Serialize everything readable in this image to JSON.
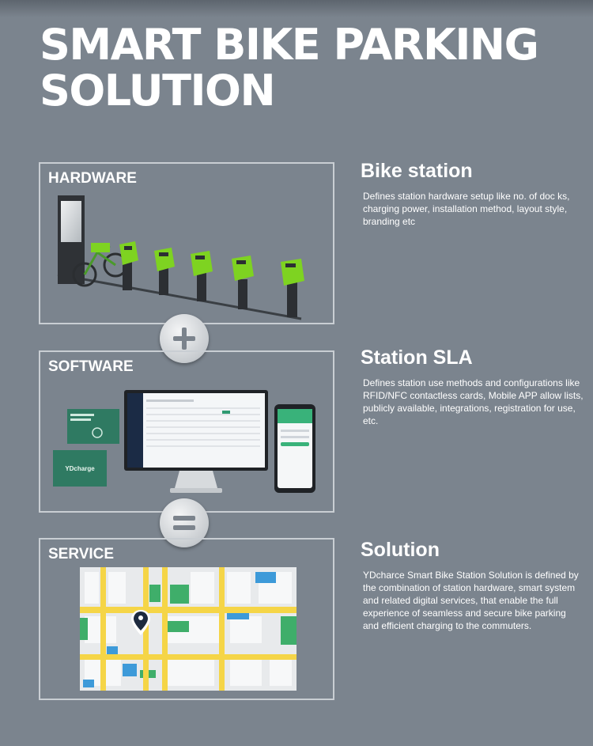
{
  "title": {
    "line1": "SMART BIKE PARKING",
    "line2": "SOLUTION"
  },
  "sections": [
    {
      "panel_label": "HARDWARE",
      "heading": "Bike station",
      "description": "Defines station hardware setup like no. of doc ks, charging power, installation method, layout style, branding etc"
    },
    {
      "panel_label": "SOFTWARE",
      "heading": "Station SLA",
      "description": "Defines station use methods and configurations like RFID/NFC contactless cards, Mobile APP allow lists, publicly available, integrations, registration for use, etc."
    },
    {
      "panel_label": "SERVICE",
      "heading": "Solution",
      "description": "YDcharce Smart Bike Station Solution is defined by the combination of station hardware, smart system and related digital services, that enable the full experience of seamless and secure bike parking and efficient charging to the commuters."
    }
  ],
  "operators": {
    "plus": "plus-icon",
    "equals": "equals-icon"
  },
  "software_visuals": {
    "card_text": "YDcharge"
  },
  "colors": {
    "background": "#7b848e",
    "panel_border": "#c9ced3",
    "dock_green": "#7ed321",
    "map_road": "#f5d547",
    "map_park": "#3fae6a",
    "map_water": "#3d9ad9",
    "card_green": "#2f7a62"
  }
}
